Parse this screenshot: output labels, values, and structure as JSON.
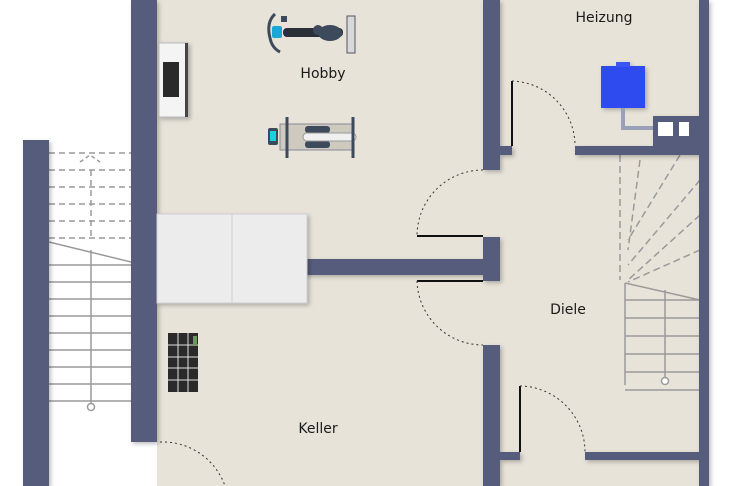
{
  "rooms": {
    "hobby": "Hobby",
    "heizung": "Heizung",
    "diele": "Diele",
    "keller": "Keller"
  },
  "colors": {
    "wall": "#565d7c",
    "floor": "#e7e3d9",
    "boiler": "#2f4cf0",
    "stair_line": "#9a9a9a"
  },
  "furniture": [
    "exercise-bike",
    "rowing-machine",
    "tv-cabinet",
    "sofa",
    "shelf",
    "boiler",
    "chimney"
  ]
}
